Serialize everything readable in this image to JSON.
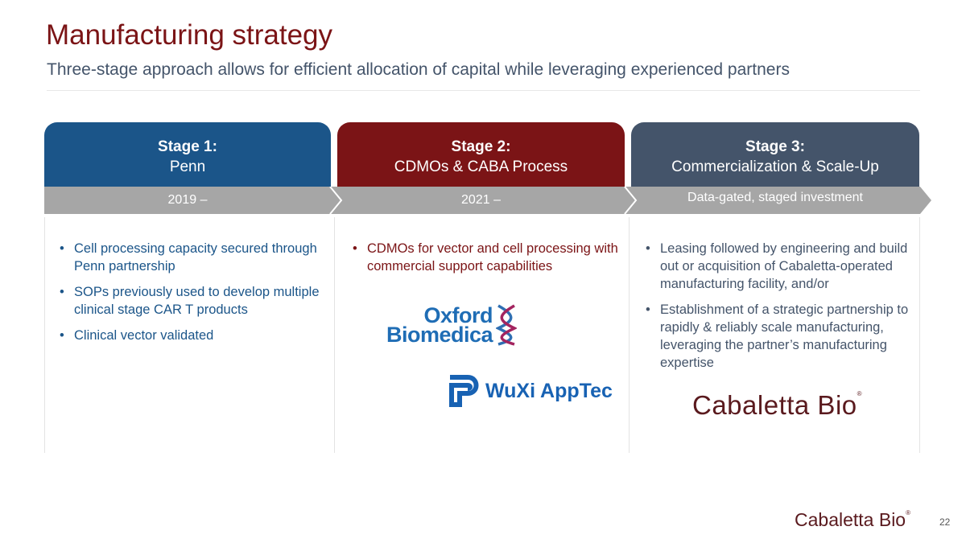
{
  "header": {
    "title": "Manufacturing strategy",
    "subtitle": "Three-stage approach allows for efficient allocation of capital while leveraging experienced partners"
  },
  "stages": [
    {
      "label": "Stage 1:",
      "name": "Penn",
      "timeline": "2019  –",
      "color": "#1b5589",
      "bullets": [
        "Cell processing capacity secured through Penn partnership",
        "SOPs previously used to develop multiple clinical stage CAR T products",
        "Clinical vector validated"
      ]
    },
    {
      "label": "Stage 2:",
      "name": "CDMOs & CABA Process",
      "timeline": "2021 –",
      "color": "#7b1416",
      "bullets": [
        "CDMOs for vector and cell processing with commercial support capabilities"
      ]
    },
    {
      "label": "Stage 3:",
      "name": "Commercialization & Scale-Up",
      "timeline": "Data-gated, staged investment",
      "color": "#44546a",
      "bullets": [
        "Leasing followed by engineering and build out or acquisition of Cabaletta-operated manufacturing facility, and/or",
        "Establishment of a strategic partnership to rapidly & reliably scale manufacturing, leveraging the partner’s manufacturing expertise"
      ]
    }
  ],
  "logos": {
    "oxford_1": "Oxford",
    "oxford_2": "Biomedica",
    "wuxi": "WuXi AppTec",
    "cabaletta": "Cabaletta Bio",
    "reg": "®"
  },
  "footer": {
    "brand": "Cabaletta Bio",
    "page_number": "22"
  }
}
